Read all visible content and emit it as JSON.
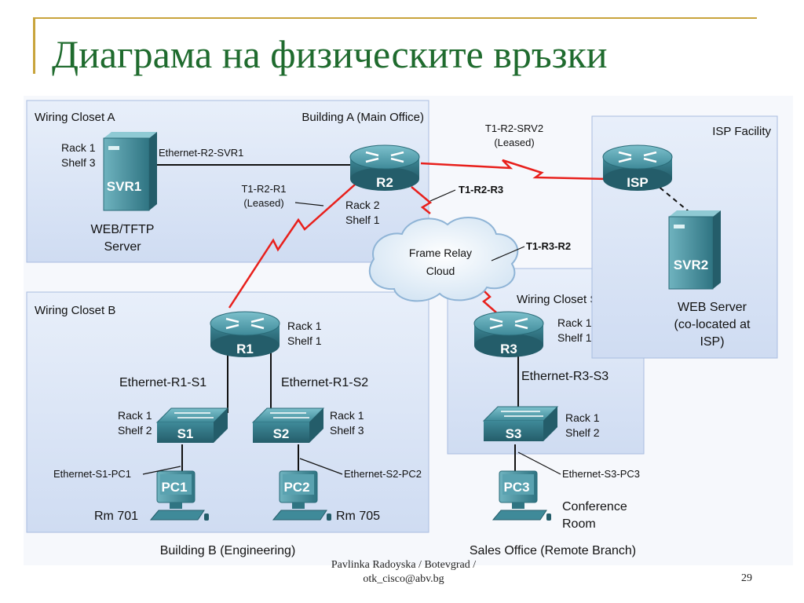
{
  "title": "Диаграма на физическите връзки",
  "zones": {
    "wiring_closet_a": "Wiring Closet A",
    "building_a": "Building A (Main Office)",
    "wiring_closet_b": "Wiring Closet B",
    "building_b": "Building B (Engineering)",
    "wiring_closet_s": "Wiring Closet S",
    "sales_office": "Sales Office (Remote Branch)",
    "isp_facility": "ISP Facility"
  },
  "devices": {
    "r1": {
      "label": "R1",
      "rack_l1": "Rack 1",
      "rack_l2": "Shelf 1"
    },
    "r2": {
      "label": "R2",
      "rack_l1": "Rack 2",
      "rack_l2": "Shelf 1"
    },
    "r3": {
      "label": "R3",
      "rack_l1": "Rack 1",
      "rack_l2": "Shelf 1"
    },
    "isp": {
      "label": "ISP"
    },
    "s1": {
      "label": "S1",
      "rack_l1": "Rack 1",
      "rack_l2": "Shelf 2"
    },
    "s2": {
      "label": "S2",
      "rack_l1": "Rack 1",
      "rack_l2": "Shelf 3"
    },
    "s3": {
      "label": "S3",
      "rack_l1": "Rack 1",
      "rack_l2": "Shelf 2"
    },
    "svr1": {
      "label": "SVR1",
      "rack_l1": "Rack 1",
      "rack_l2": "Shelf 3",
      "desc_l1": "WEB/TFTP",
      "desc_l2": "Server"
    },
    "svr2": {
      "label": "SVR2",
      "desc_l1": "WEB Server",
      "desc_l2": "(co-located at",
      "desc_l3": "ISP)"
    },
    "pc1": {
      "label": "PC1",
      "room": "Rm 701"
    },
    "pc2": {
      "label": "PC2",
      "room": "Rm 705"
    },
    "pc3": {
      "label": "PC3",
      "room_l1": "Conference",
      "room_l2": "Room"
    }
  },
  "links": {
    "eth_r2_svr1": "Ethernet-R2-SVR1",
    "t1_r2_r1_l1": "T1-R2-R1",
    "t1_r2_r1_l2": "(Leased)",
    "t1_r2_srv2_l1": "T1-R2-SRV2",
    "t1_r2_srv2_l2": "(Leased)",
    "t1_r2_r3": "T1-R2-R3",
    "t1_r3_r2": "T1-R3-R2",
    "eth_r1_s1": "Ethernet-R1-S1",
    "eth_r1_s2": "Ethernet-R1-S2",
    "eth_r3_s3": "Ethernet-R3-S3",
    "eth_s1_pc1": "Ethernet-S1-PC1",
    "eth_s2_pc2": "Ethernet-S2-PC2",
    "eth_s3_pc3": "Ethernet-S3-PC3"
  },
  "cloud": {
    "l1": "Frame Relay",
    "l2": "Cloud"
  },
  "footer": {
    "l1": "Pavlinka Radoyska / Botevgrad /",
    "l2": "otk_cisco@abv.bg",
    "page": "29"
  },
  "colors": {
    "title": "#1f6b2e",
    "accent": "#c8a43c",
    "serial_link": "#e8201c",
    "zone_fill": "#dce7f7",
    "device": "#3f8a99"
  }
}
